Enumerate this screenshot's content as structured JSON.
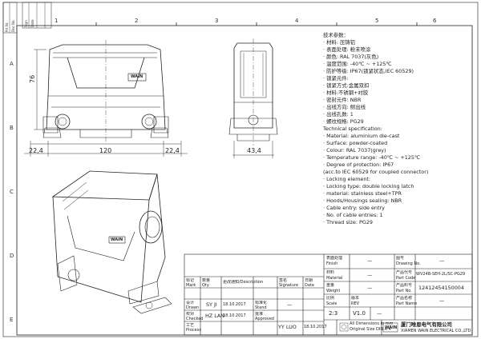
{
  "frame": {
    "col_markers": [
      "1",
      "2",
      "3",
      "4",
      "5",
      "6"
    ],
    "row_markers": [
      "A",
      "B",
      "C",
      "D",
      "E"
    ],
    "left_strip_labels": [
      "Prt Nr.",
      "Doc No.",
      "Sign",
      "Date"
    ]
  },
  "drawing": {
    "dims": {
      "height_76": "76",
      "left_22_4": "22,4",
      "width_120": "120",
      "right_22_4": "22,4",
      "side_43_4": "43,4"
    },
    "logo_text": "WAIN"
  },
  "specs": [
    "技术参数：",
    "· 材料: 压铸铝",
    "· 表面处理: 粉末喷涂",
    "· 颜色: RAL 7037(灰色)",
    "· 温度范围: -40℃ ~ +125℃",
    "· 防护等级: IP67(锁紧状态,IEC 60529)",
    "· 锁紧元件:",
    "  · 锁紧方式:金属双扣",
    "  · 材料:不锈钢+衬胶",
    "· 密封元件: NBR",
    "· 出线方向: 侧出线",
    "· 出线孔数: 1",
    "· 螺纹规格: PG29",
    "Technical specification:",
    "· Material: aluminium die-cast",
    "· Surface: powder-coated",
    "· Colour: RAL 7037(grey)",
    "· Temperature range: -40℃ ~ +125℃",
    "· Degree of protection: IP67",
    "  (acc.to IEC 60529 for coupled connector)",
    "· Locking element:",
    "  · Locking type: double locking latch",
    "  · material: stainless steel+TPR",
    "· Hoods/Housings sealing: NBR",
    "· Cable entry: side entry",
    "· No. of cable entries: 1",
    "· Thread size: PG29"
  ],
  "title_block": {
    "finish_cn": "表面处理",
    "finish_en": "Finish",
    "finish_val": "—",
    "drawing_no_cn": "图号",
    "drawing_no_en": "Drawing No.",
    "drawing_no_val": "—",
    "material_cn": "材料",
    "material_en": "Material",
    "material_val": "—",
    "part_code_cn": "产品代号",
    "part_code_en": "Part Code",
    "part_code_val": "WV24B-SEH-2L/SC-PG29",
    "part_no_cn": "产品料号",
    "part_no_en": "Part No.",
    "part_no_val": "12412454150004",
    "part_name_cn": "产品名称",
    "part_name_en": "Part Name",
    "part_name_val": "—",
    "mark_cn": "标记",
    "mark_en": "Mark",
    "qty_cn": "数量",
    "qty_en": "Qty",
    "change_cn": "更改通知/Description",
    "signature_cn": "签名",
    "signature_en": "Signature",
    "date_cn": "日期",
    "date_en": "Date",
    "weight_cn": "重量",
    "weight_en": "Weight",
    "weight_val": "—",
    "drawn_cn": "设计",
    "drawn_en": "Drawn",
    "drawn_name": "SY JI",
    "drawn_date": "18.10.2017",
    "stand_cn": "标准化",
    "stand_en": "Stand",
    "stand_val": "—",
    "checked_cn": "校对",
    "checked_en": "Checked",
    "checked_name": "HZ LAN",
    "checked_date": "18.10.2017",
    "approved_cn": "批准",
    "approved_en": "Approved",
    "process_cn": "工艺",
    "process_en": "Process",
    "approved_name": "YY LUO",
    "approved_date": "18.10.2017",
    "scale_cn": "比例",
    "scale_en": "Scale",
    "scale_val": "2:3",
    "version_cn": "版本",
    "version_en": "REV",
    "version_val": "V1.0",
    "units_note_1": "All Dimensions in mm",
    "units_note_2": "Original Size DIN A 4",
    "company_cn": "厦门唯恩电气有限公司",
    "company_en": "XIAMEN WAIN ELECTRICAL CO.,LTD",
    "company_logo": "WAIN"
  }
}
